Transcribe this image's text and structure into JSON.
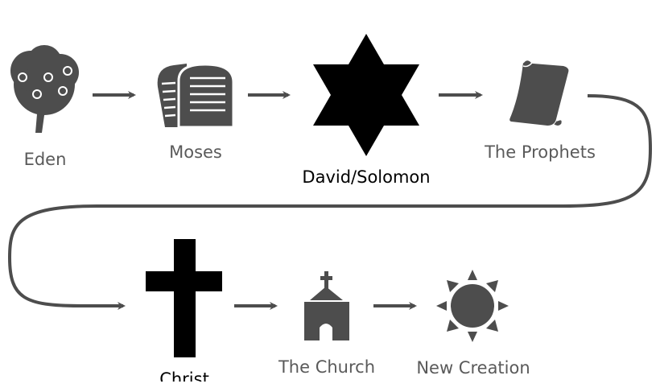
{
  "colors": {
    "gray": "#4d4d4d",
    "black": "#000000",
    "label_gray": "#5a5a5a"
  },
  "nodes": [
    {
      "id": "eden",
      "label": "Eden",
      "icon": "tree-icon"
    },
    {
      "id": "moses",
      "label": "Moses",
      "icon": "stone-tablets-icon"
    },
    {
      "id": "david-solomon",
      "label": "David/Solomon",
      "icon": "star-of-david-icon"
    },
    {
      "id": "prophets",
      "label": "The Prophets",
      "icon": "scroll-icon"
    },
    {
      "id": "christ",
      "label": "Christ",
      "icon": "cross-icon"
    },
    {
      "id": "church",
      "label": "The Church",
      "icon": "church-icon"
    },
    {
      "id": "new-creation",
      "label": "New Creation",
      "icon": "sun-icon"
    }
  ]
}
